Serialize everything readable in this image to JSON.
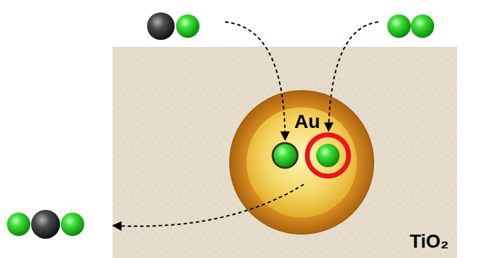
{
  "diagram": {
    "nodes": [
      {
        "text": [
          "TiO₂"
        ]
      },
      {
        "text": [
          "Au"
        ],
        "in": 0
      }
    ]
  }
}
